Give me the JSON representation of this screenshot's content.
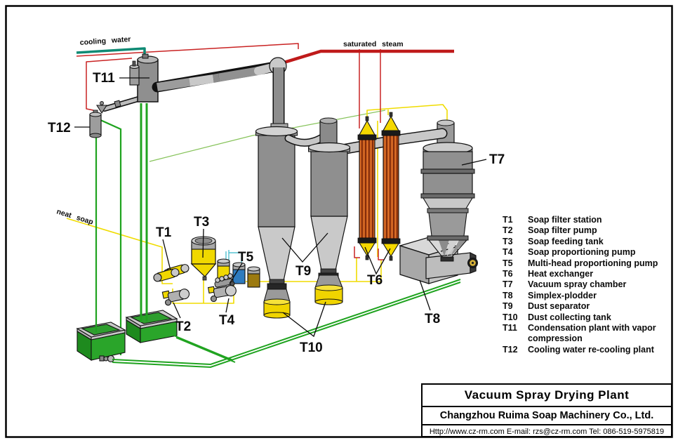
{
  "flow_labels": {
    "cooling_water": "cooling water",
    "saturated_steam": "saturated steam",
    "neat_soap": "neat soap"
  },
  "tags": {
    "t1": "T1",
    "t2": "T2",
    "t3": "T3",
    "t4": "T4",
    "t5": "T5",
    "t6": "T6",
    "t7": "T7",
    "t8": "T8",
    "t9": "T9",
    "t10": "T10",
    "t11": "T11",
    "t12": "T12"
  },
  "legend": {
    "items": [
      {
        "code": "T1",
        "label": "Soap filter station"
      },
      {
        "code": "T2",
        "label": "Soap filter pump"
      },
      {
        "code": "T3",
        "label": "Soap feeding tank"
      },
      {
        "code": "T4",
        "label": "Soap proportioning pump"
      },
      {
        "code": "T5",
        "label": "Multi-head proportioning pump"
      },
      {
        "code": "T6",
        "label": "Heat exchanger"
      },
      {
        "code": "T7",
        "label": "Vacuum spray chamber"
      },
      {
        "code": "T8",
        "label": "Simplex-plodder"
      },
      {
        "code": "T9",
        "label": "Dust separator"
      },
      {
        "code": "T10",
        "label": "Dust collecting tank"
      },
      {
        "code": "T11",
        "label": "Condensation plant with vapor compression"
      },
      {
        "code": "T12",
        "label": "Cooling water re-cooling plant"
      }
    ]
  },
  "title_block": {
    "title": "Vacuum Spray Drying Plant",
    "company": "Changzhou Ruima Soap Machinery Co., Ltd.",
    "contact": "Http://www.cz-rm.com  E-mail: rzs@cz-rm.com  Tel: 086-519-5975819"
  },
  "colors": {
    "steam_line": "#bf1a1a",
    "cooling_water_line": "#0f8a74",
    "soap_line": "#f0dc00",
    "water_pipe": "#1fa31f",
    "heat_exchanger": "#c2591b",
    "tank_yellow": "#f0d800",
    "tank_green": "#2aa52a"
  }
}
